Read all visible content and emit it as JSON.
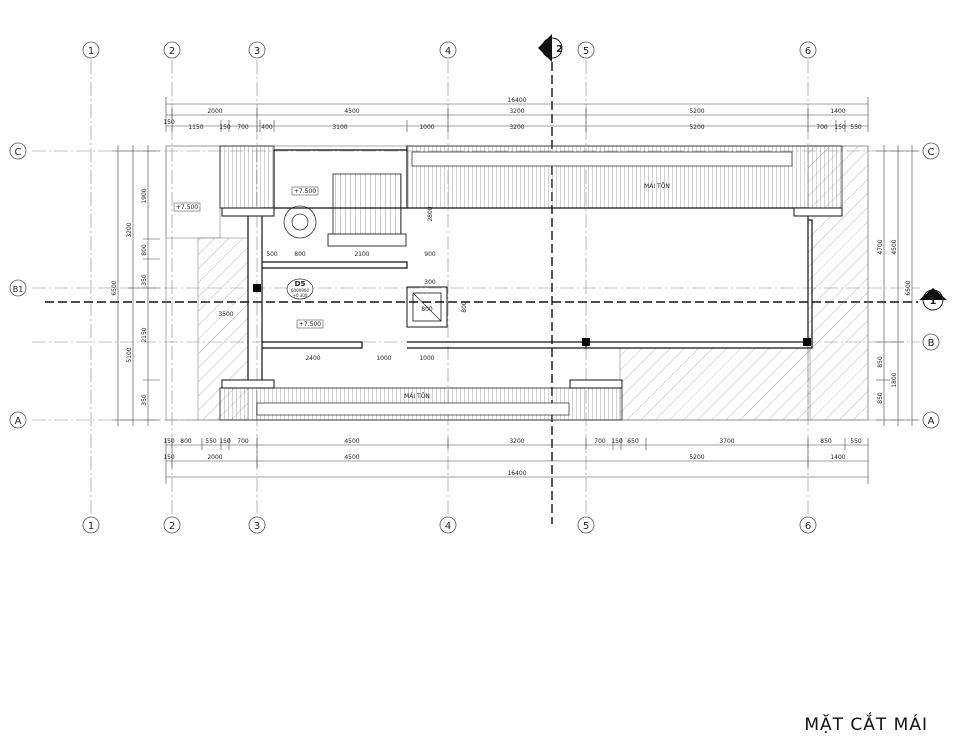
{
  "title": "MẶT CẮT  MÁI",
  "grid_columns": [
    "1",
    "2",
    "3",
    "4",
    "5",
    "6"
  ],
  "grid_rows": [
    "C",
    "B1",
    "B",
    "A"
  ],
  "dims": {
    "top1": "16400",
    "top2": [
      "2000",
      "4500",
      "3200",
      "5200",
      "1400"
    ],
    "top3": [
      "150",
      "1150",
      "150",
      "700",
      "400",
      "3100",
      "1000",
      "3200",
      "5200",
      "700",
      "150",
      "550"
    ],
    "bottom1": [
      "150",
      "800",
      "550",
      "150",
      "700",
      "4500",
      "3200",
      "700",
      "150",
      "650",
      "3700",
      "850",
      "550"
    ],
    "bottom2": [
      "150",
      "2000",
      "4500",
      "5200",
      "1400"
    ],
    "bottom3": "16400",
    "left1": [
      "3200",
      "1900",
      "800",
      "350",
      "2150",
      "350"
    ],
    "left2": [
      "5100",
      "6500"
    ],
    "right1": [
      "4700",
      "850",
      "1800",
      "850"
    ],
    "right2": [
      "4500",
      "6500"
    ],
    "inner": [
      "500",
      "800",
      "2100",
      "900",
      "2400",
      "1000",
      "1000",
      "800",
      "800",
      "2800",
      "3500",
      "300"
    ]
  },
  "labels": {
    "mai_ton": "MÁI TÔN",
    "mai_ton_2": "MÁI TÔN",
    "level_1": "+7.500",
    "level_2": "+7.500",
    "level_3": "+7.500",
    "door_code": "D5",
    "door_size": "600X900",
    "door_sill": "+0.300"
  },
  "section_marks": {
    "top": "2",
    "right": "1"
  }
}
